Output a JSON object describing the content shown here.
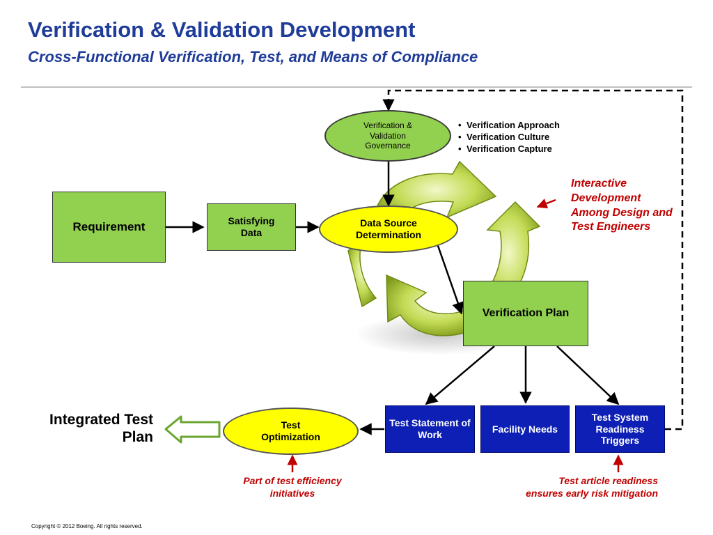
{
  "header": {
    "title": "Verification & Validation Development",
    "subtitle": "Cross-Functional Verification, Test, and Means of Compliance"
  },
  "nodes": {
    "governance": "Verification & Validation Governance",
    "requirement": "Requirement",
    "satisfying_data": "Satisfying Data",
    "data_source": "Data Source Determination",
    "verification_plan": "Verification Plan",
    "test_statement": "Test Statement of Work",
    "facility_needs": "Facility Needs",
    "readiness_triggers": "Test System Readiness Triggers",
    "test_optimization": "Test Optimization",
    "integrated_test_plan": "Integrated Test Plan"
  },
  "governance_bullets": [
    "Verification Approach",
    "Verification Culture",
    "Verification Capture"
  ],
  "annotations": {
    "interactive": "Interactive Development Among Design and Test Engineers",
    "efficiency": "Part of test efficiency initiatives",
    "readiness": "Test article readiness ensures early risk mitigation"
  },
  "footer": {
    "copyright": "Copyright © 2012 Boeing. All rights reserved."
  },
  "colors": {
    "title_blue": "#1f3c99",
    "box_green": "#92d050",
    "box_blue": "#0d1fb4",
    "ellipse_yellow": "#ffff00",
    "annotation_red": "#c00000"
  },
  "icons": [
    "cycle-arrows-icon",
    "hollow-left-arrow-icon"
  ]
}
